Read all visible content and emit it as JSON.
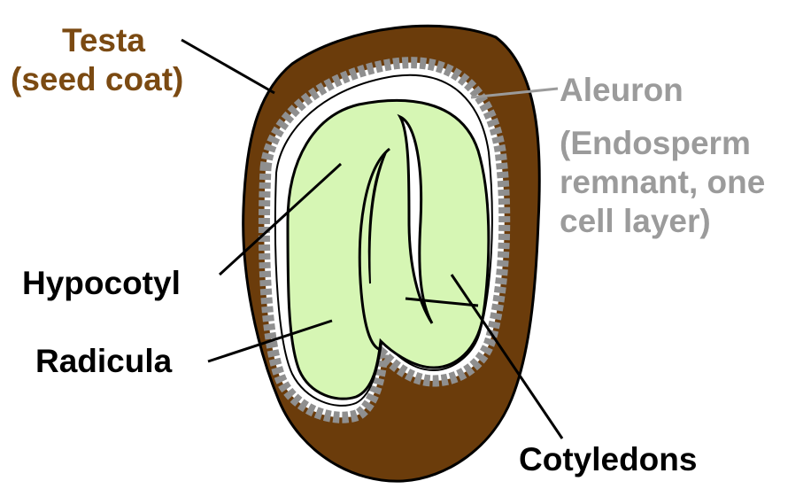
{
  "labels": {
    "testa": [
      "Testa",
      "(seed coat)"
    ],
    "aleuron": [
      "Aleuron"
    ],
    "aleuron_note": [
      "(Endosperm",
      "remnant, one",
      "cell layer)"
    ],
    "hypocotyl": [
      "Hypocotyl"
    ],
    "radicula": [
      "Radicula"
    ],
    "cotyledons": [
      "Cotyledons"
    ]
  },
  "colors": {
    "testa_text": "#7b4a12",
    "testa_fill": "#6b3c0b",
    "aleuron": "#9b9b9b",
    "embryo_fill": "#d6f6b4",
    "line": "#000000"
  }
}
